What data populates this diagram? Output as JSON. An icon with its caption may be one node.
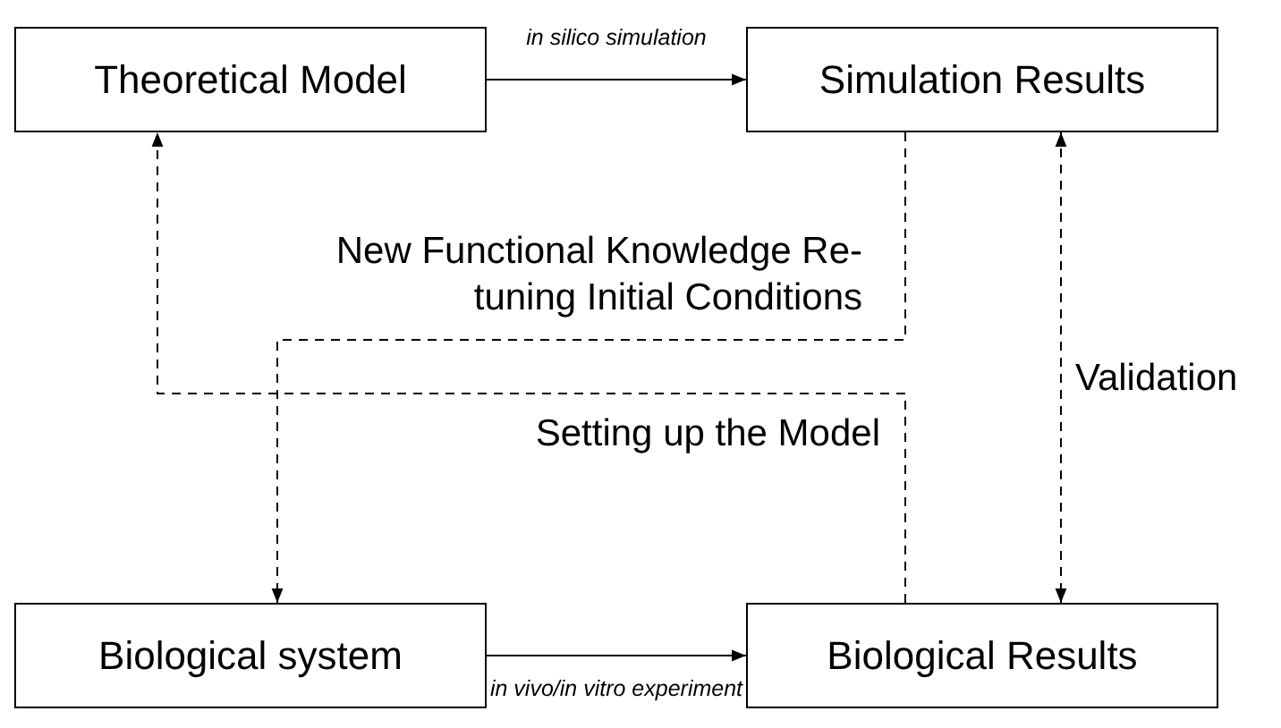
{
  "diagram": {
    "nodes": [
      {
        "text": [
          "Theoretical Model"
        ]
      },
      {
        "text": [
          "Simulation Results"
        ]
      },
      {
        "text": [
          "Biological system"
        ]
      },
      {
        "text": [
          "Biological Results"
        ]
      }
    ],
    "edges": [
      {
        "from": 0,
        "to": 1,
        "arrow": "to",
        "label": "in silico simulation"
      },
      {
        "from": 1,
        "to": 2,
        "arrow": "to",
        "style": "dashed",
        "label": "New Functional Knowledge Re-tuning Initial Conditions"
      },
      {
        "from": 3,
        "to": 0,
        "arrow": "to",
        "style": "dashed",
        "label": "Setting up the Model"
      },
      {
        "from": 1,
        "to": 3,
        "arrow": "both",
        "style": "dashed",
        "label": "Validation"
      },
      {
        "from": 2,
        "to": 3,
        "arrow": "to",
        "label": "in vivo/in vitro experiment"
      }
    ]
  }
}
